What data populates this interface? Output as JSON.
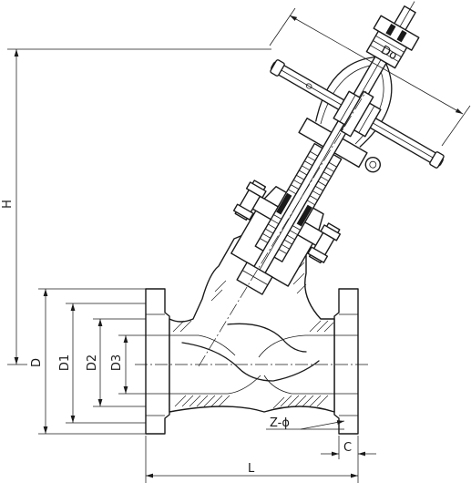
{
  "labels": {
    "handwheel_diameter": "Do",
    "height": "H",
    "flange_diameter": "D",
    "bolt_circle_diameter": "D1",
    "raised_face_diameter": "D2",
    "bore_diameter": "D3",
    "bolt_holes": "Z-ϕ",
    "flange_thickness": "C",
    "face_to_face_length": "L"
  }
}
